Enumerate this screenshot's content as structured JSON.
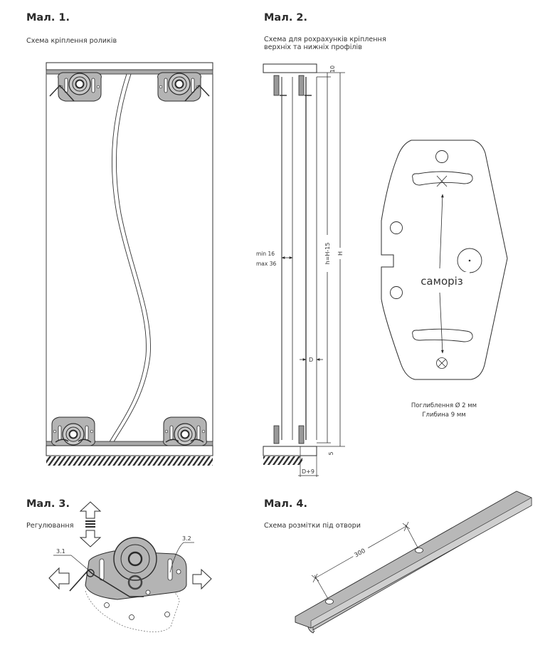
{
  "figures": [
    {
      "title": "Мал. 1.",
      "subtitle": "Схема кріплення роликів"
    },
    {
      "title": "Мал. 2.",
      "subtitle_line1": "Схема для рохрахунків кріплення",
      "subtitle_line2": "верхніх та нижніх профілів"
    },
    {
      "title": "Мал. 3.",
      "subtitle": "Регулювання"
    },
    {
      "title": "Мал. 4.",
      "subtitle": "Схема розмітки під отвори"
    }
  ],
  "fig2_dims": {
    "top_gap": "10",
    "bottom_gap": "5",
    "min": "min 16",
    "max": "max 36",
    "inner_height": "h=H-15",
    "total_height": "H",
    "depth": "D",
    "depth_plus": "D+9"
  },
  "plate": {
    "screw_label": "саморіз",
    "note_line1": "Поглиблення Ø 2 мм",
    "note_line2": "Глибина 9 мм"
  },
  "fig3_labels": {
    "part1": "3.1",
    "part2": "3.2"
  },
  "fig4_dim": "300",
  "colors": {
    "metal": "#b4b4b4",
    "metal_dark": "#8a8a8a",
    "line": "#2b2b2b",
    "profile": "#c8c8c8"
  }
}
